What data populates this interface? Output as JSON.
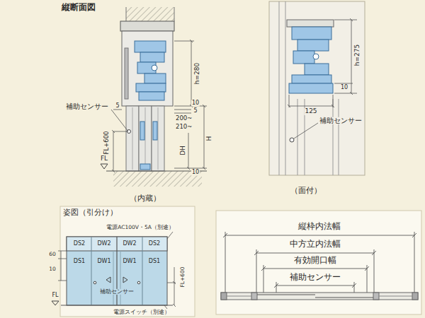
{
  "diagram": {
    "labels": [
      "縦断面図",
      "h=280",
      "10",
      "5",
      "200~",
      "210~",
      "DH",
      "H",
      "10",
      "5",
      "補助センサー",
      "FL+600",
      "FL",
      "（内蔵）",
      "h=275",
      "10",
      "125",
      "補助センサー",
      "（面付）",
      "姿図（引分け）",
      "電源AC100V・5A（別途）",
      "DS2",
      "DW2",
      "DW2",
      "DS2",
      "60",
      "10",
      "DS1",
      "DW1",
      "DW1",
      "DS1",
      "FL",
      "補助センサー",
      "FL+600",
      "電源スイッチ（別途）",
      "縦枠内法幅",
      "中方立内法幅",
      "有効開口幅",
      "補助センサー"
    ]
  }
}
